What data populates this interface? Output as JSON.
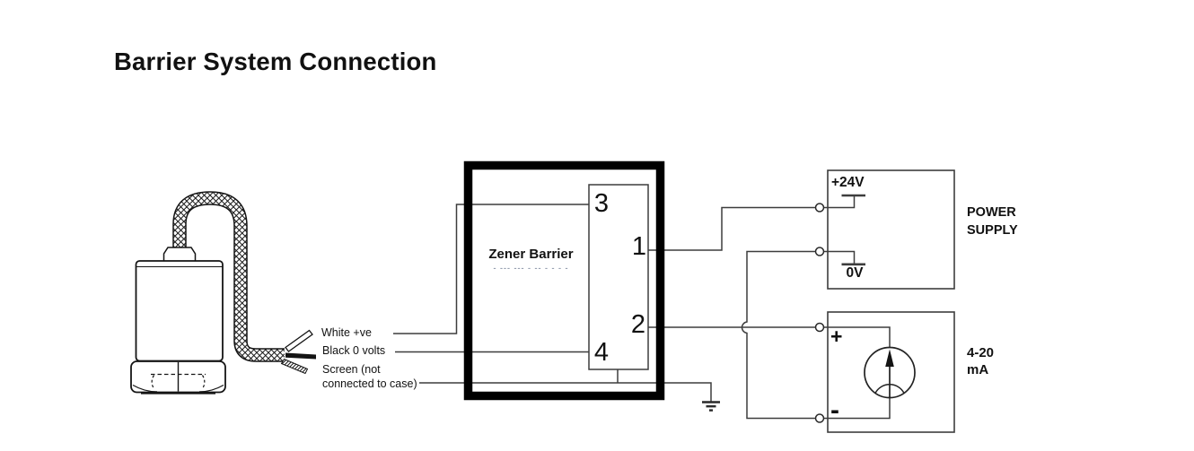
{
  "page": {
    "title": "Barrier System Connection",
    "background": "#ffffff",
    "ink": "#111111",
    "wire_color": "#3d3d3d"
  },
  "sensor": {
    "leads": {
      "white": "White +ve",
      "black": "Black 0 volts",
      "screen_line1": "Screen (not",
      "screen_line2": "connected to case)"
    }
  },
  "barrier": {
    "label": "Zener Barrier",
    "redacted_model": "- --- --- - -- - - - -",
    "terminals": {
      "t3": "3",
      "t1": "1",
      "t2": "2",
      "t4": "4"
    }
  },
  "power_supply": {
    "positive": "+24V",
    "zero": "0V",
    "name_line1": "POWER",
    "name_line2": "SUPPLY"
  },
  "meter": {
    "plus": "+",
    "minus": "-",
    "range_line1": "4-20",
    "range_line2": "mA"
  }
}
